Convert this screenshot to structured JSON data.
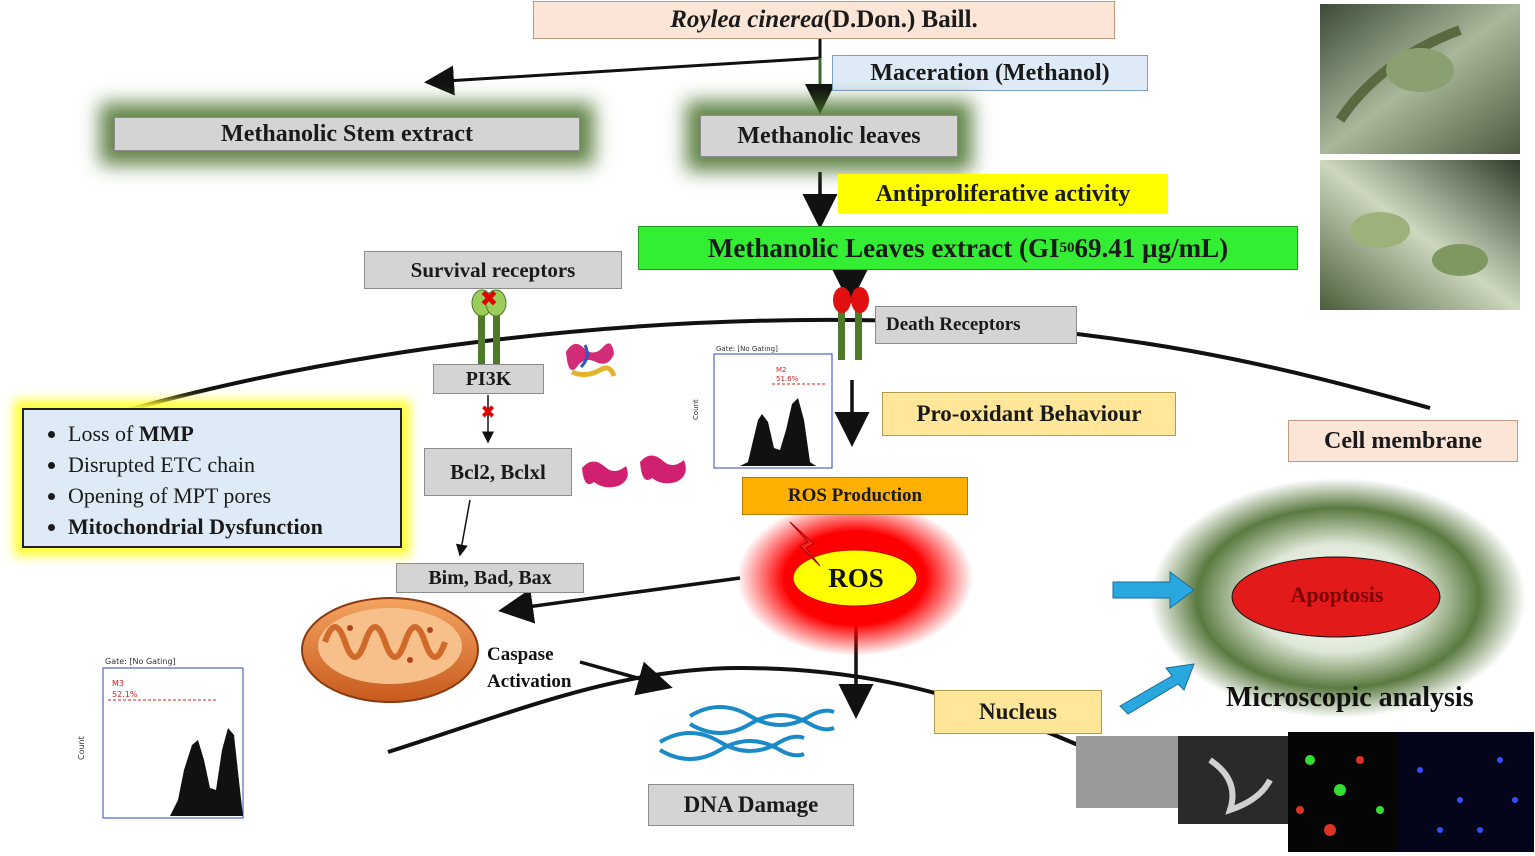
{
  "plant": {
    "name_italic": "Roylea cinerea",
    "name_rest": " (D.Don.) Baill."
  },
  "maceration": "Maceration (Methanol)",
  "stem_extract": "Methanolic Stem extract",
  "leaves": "Methanolic leaves",
  "antiproliferative": "Antiproliferative activity",
  "leaves_extract": {
    "prefix": "Methanolic Leaves extract (GI",
    "subscript": "50",
    "suffix": " 69.41 µg/mL)"
  },
  "survival_receptors": "Survival receptors",
  "death_receptors": "Death Receptors",
  "pi3k": "PI3K",
  "bcl2": "Bcl2, Bclxl",
  "bim": "Bim, Bad, Bax",
  "pro_oxidant": "Pro-oxidant Behaviour",
  "cell_membrane": "Cell membrane",
  "ros_production": "ROS Production",
  "ros": "ROS",
  "apoptosis": "Apoptosis",
  "caspase": {
    "line1": "Caspase",
    "line2": "Activation"
  },
  "nucleus": "Nucleus",
  "dna_damage": "DNA Damage",
  "microscopic": "Microscopic analysis",
  "mito_items": [
    {
      "pre": "Loss of ",
      "bold": "MMP"
    },
    {
      "pre": "Disrupted ETC chain",
      "bold": ""
    },
    {
      "pre": "Opening of MPT pores",
      "bold": ""
    },
    {
      "pre": "",
      "bold": "Mitochondrial Dysfunction"
    }
  ],
  "histogram_small": {
    "gate": "Gate: [No Gating]",
    "marker": "M2",
    "percent": "51.6%",
    "ylabel": "Count"
  },
  "histogram_large": {
    "gate": "Gate: [No Gating]",
    "marker": "M3",
    "percent": "52.1%",
    "ylabel": "Count"
  },
  "colors": {
    "ros_glow": "#ff0000",
    "apoptosis": "#e31a1a",
    "arrow_blue": "#29a8e0",
    "receptor_green": "#4e7a2a",
    "death_red": "#e01010"
  }
}
